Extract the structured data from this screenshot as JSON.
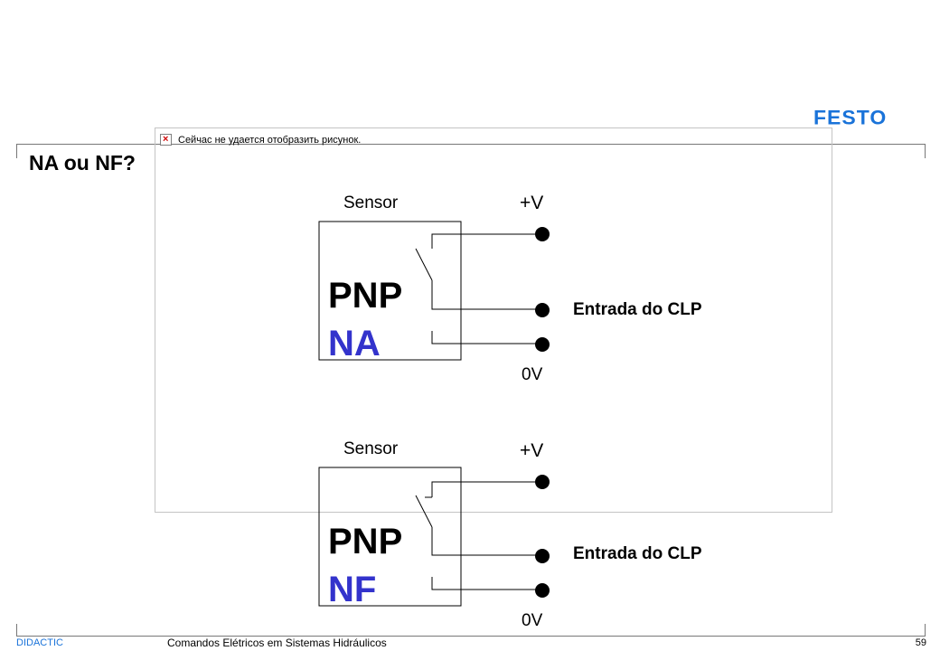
{
  "brand": {
    "logo_text": "FESTO",
    "logo_color": "#1a73d9",
    "footer_brand": "DIDACTIC"
  },
  "slide": {
    "title": "NA ou NF?",
    "footer_title": "Comandos Elétricos em Sistemas Hidráulicos",
    "page_number": "59"
  },
  "broken_image": {
    "message": "Сейчас не удается отобразить рисунок.",
    "icon": "broken-image-icon"
  },
  "diagrams": [
    {
      "sensor_label": "Sensor",
      "type_label": "PNP",
      "contact_label": "NA",
      "supply_label": "+V",
      "input_label": "Entrada do CLP",
      "ground_label": "0V",
      "contact_color": "#3333cc"
    },
    {
      "sensor_label": "Sensor",
      "type_label": "PNP",
      "contact_label": "NF",
      "supply_label": "+V",
      "input_label": "Entrada do CLP",
      "ground_label": "0V",
      "contact_color": "#3333cc"
    }
  ]
}
